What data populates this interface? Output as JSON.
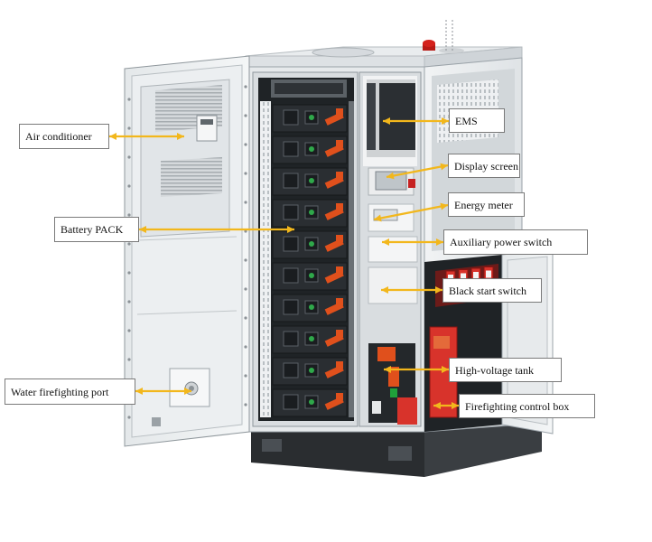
{
  "diagram": {
    "labels": {
      "air_conditioner": "Air conditioner",
      "battery_pack": "Battery PACK",
      "water_firefighting_port": "Water firefighting port",
      "ems": "EMS",
      "display_screen": "Display screen",
      "energy_meter": "Energy meter",
      "auxiliary_power_switch": "Auxiliary power switch",
      "black_start_switch": "Black start switch",
      "high_voltage_tank": "High-voltage tank",
      "firefighting_control_box": "Firefighting control box"
    },
    "colors": {
      "arrow": "#f2b71c",
      "cabinet_body": "#eceff1",
      "cabinet_edge": "#9ba3a9",
      "interior": "#1f2326",
      "battery_handle": "#e0501c",
      "high_voltage_red": "#d8332b",
      "beacon": "#d4211c",
      "label_border": "#7a7a7a"
    }
  }
}
